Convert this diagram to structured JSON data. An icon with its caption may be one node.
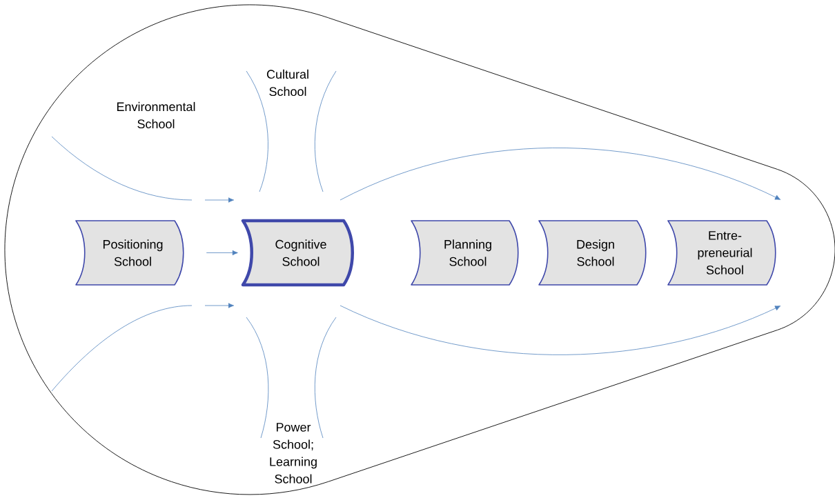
{
  "diagram": {
    "nodes": [
      {
        "text": [
          "Positioning School"
        ]
      },
      {
        "text": [
          "Cognitive School"
        ]
      },
      {
        "text": [
          "Planning School"
        ]
      },
      {
        "text": [
          "Design School"
        ]
      },
      {
        "text": [
          "Entre- preneurial School"
        ]
      },
      {
        "text": [
          "Environmental School"
        ]
      },
      {
        "text": [
          "Cultural School"
        ]
      },
      {
        "text": [
          "Power School; Learning School"
        ]
      }
    ],
    "edges": [
      {
        "from": 0,
        "to": 1,
        "arrow": "to"
      }
    ]
  }
}
